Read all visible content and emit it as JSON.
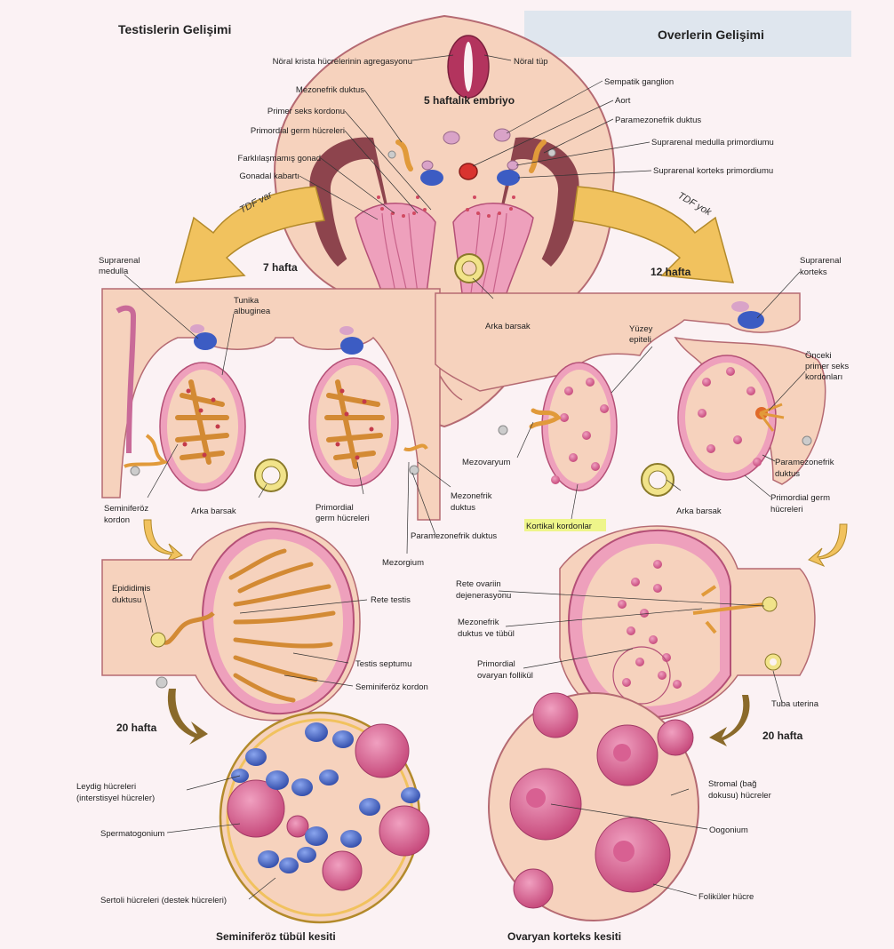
{
  "titles": {
    "left": "Testislerin Gelişimi",
    "right": "Overlerin Gelişimi",
    "center": "5 haftalık embriyo"
  },
  "stages": {
    "left_7": "7 hafta",
    "right_12": "12 hafta",
    "left_20": "20 hafta",
    "right_20": "20 hafta"
  },
  "arrows": {
    "tdf_var": "TDF var",
    "tdf_yok": "TDF yok"
  },
  "embryo_labels": {
    "noral_krista": "Nöral krista hücrelerinin agregasyonu",
    "noral_tup": "Nöral tüp",
    "mezonefrik_duktus": "Mezonefrik duktus",
    "sempatik_ganglion": "Sempatik ganglion",
    "primer_seks_kordonu": "Primer seks kordonu",
    "aort": "Aort",
    "primordial_germ": "Primordial germ hücreleri",
    "paramezonefrik_duktus": "Paramezonefrik duktus",
    "farklilasmamis_gonad": "Farklılaşmamış gonad",
    "suprarenal_medulla_primordiumu": "Suprarenal medulla primordiumu",
    "gonadal_kabarti": "Gonadal kabartı",
    "suprarenal_korteks_primordiumu": "Suprarenal korteks primordiumu",
    "arka_barsak_center": "Arka barsak"
  },
  "male7_labels": {
    "suprarenal_medulla_1": "Suprarenal",
    "suprarenal_medulla_2": "medulla",
    "tunika_1": "Tunika",
    "tunika_2": "albuginea",
    "seminiferoz_1": "Seminiferöz",
    "seminiferoz_2": "kordon",
    "arka_barsak": "Arka barsak",
    "primordial_1": "Primordial",
    "primordial_2": "germ hücreleri",
    "mezonefrik_1": "Mezonefrik",
    "mezonefrik_2": "duktus",
    "paramezonefrik": "Paramezonefrik duktus",
    "mezorgium": "Mezorgium"
  },
  "female12_labels": {
    "suprarenal_korteks_1": "Suprarenal",
    "suprarenal_korteks_2": "korteks",
    "yuzey_1": "Yüzey",
    "yuzey_2": "epiteli",
    "onceki_1": "Önceki",
    "onceki_2": "primer seks",
    "onceki_3": "kordonları",
    "mezovaryum": "Mezovaryum",
    "paramezonefrik_1": "Paramezonefrik",
    "paramezonefrik_2": "duktus",
    "primordial_1": "Primordial germ",
    "primordial_2": "hücreleri",
    "arka_barsak": "Arka barsak",
    "kortikal": "Kortikal kordonlar"
  },
  "male20_labels": {
    "epididimis_1": "Epididimis",
    "epididimis_2": "duktusu",
    "rete_testis": "Rete testis",
    "testis_septumu": "Testis septumu",
    "seminiferoz_kordon": "Seminiferöz kordon"
  },
  "female20_labels": {
    "rete_ovarii_1": "Rete ovariin",
    "rete_ovarii_2": "dejenerasyonu",
    "mezonefrik_1": "Mezonefrik",
    "mezonefrik_2": "duktus ve tübül",
    "primordial_1": "Primordial",
    "primordial_2": "ovaryan follikül",
    "tuba": "Tuba uterina"
  },
  "tubule_labels": {
    "leydig_1": "Leydig hücreleri",
    "leydig_2": "(interstisyel hücreler)",
    "spermatogonium": "Spermatogonium",
    "sertoli": "Sertoli hücreleri (destek hücreleri)",
    "caption": "Seminiferöz tübül kesiti"
  },
  "cortex_labels": {
    "stromal_1": "Stromal (bağ",
    "stromal_2": "dokusu) hücreler",
    "oogonium": "Oogonium",
    "follikuler": "Foliküler hücre",
    "caption": "Ovaryan korteks kesiti"
  },
  "colors": {
    "background": "#fbf2f4",
    "tissue": "#f6d2bd",
    "tissue_dark": "#efb79e",
    "pink": "#e58cab",
    "magenta": "#c94d7c",
    "orange": "#e19a3a",
    "yellow_arrow": "#f1c25e",
    "blue": "#3c5cc3",
    "red": "#d9332f"
  }
}
